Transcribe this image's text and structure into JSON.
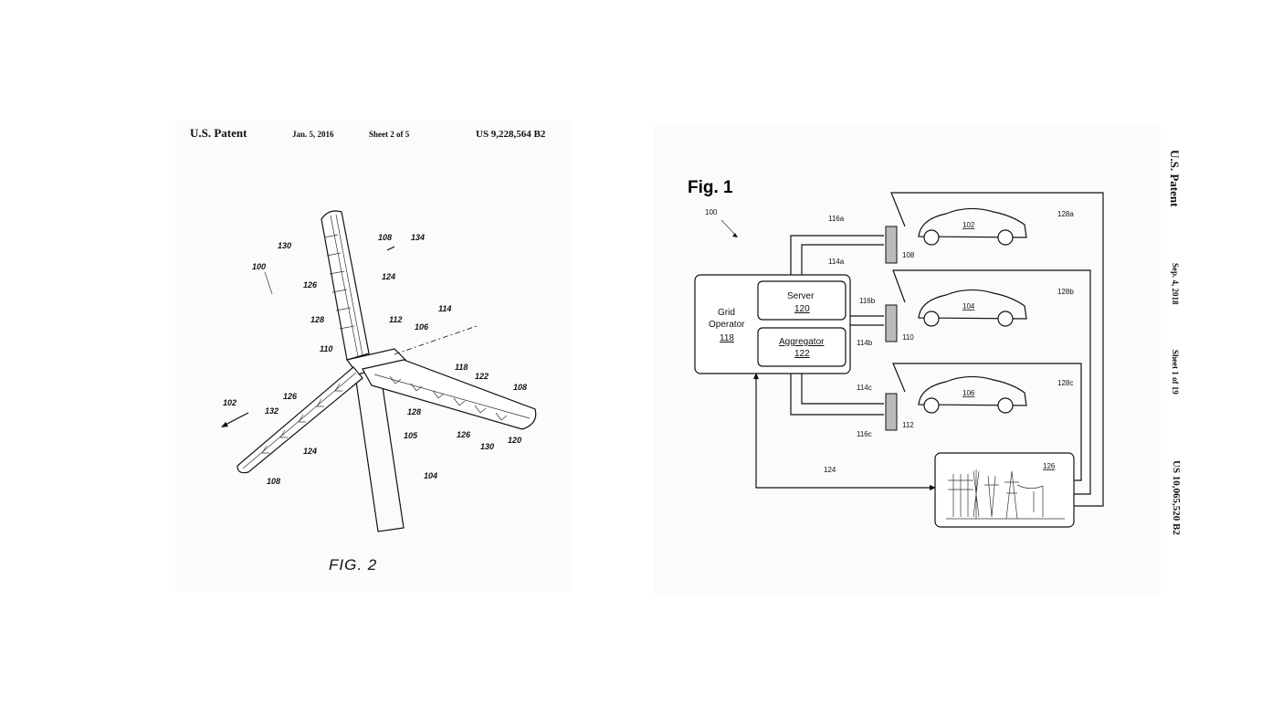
{
  "left_sheet": {
    "header": {
      "title": "U.S. Patent",
      "date": "Jan. 5, 2016",
      "sheet": "Sheet 2 of 5",
      "number": "US 9,228,564 B2"
    },
    "figure_caption": "FIG. 2",
    "refs": {
      "r130": "130",
      "r108a": "108",
      "r134": "134",
      "r100": "100",
      "r126a": "126",
      "r124a": "124",
      "r128a": "128",
      "r112": "112",
      "r106": "106",
      "r114": "114",
      "r110": "110",
      "r118": "118",
      "r122": "122",
      "r108b": "108",
      "r102": "102",
      "r126b": "126",
      "r132": "132",
      "r128b": "128",
      "r126c": "126",
      "r130b": "130",
      "r120": "120",
      "r105": "105",
      "r124b": "124",
      "r108c": "108",
      "r104": "104"
    }
  },
  "right_sheet": {
    "fig_label": "Fig. 1",
    "header_vertical": {
      "title": "U.S. Patent",
      "date": "Sep. 4, 2018",
      "sheet": "Sheet 1 of 19",
      "number": "US 10,065,520 B2"
    },
    "system_ref": "100",
    "grid_operator": {
      "label_line1": "Grid",
      "label_line2": "Operator",
      "ref": "118"
    },
    "server": {
      "label": "Server",
      "ref": "120"
    },
    "aggregator": {
      "label": "Aggregator",
      "ref": "122"
    },
    "chargers": [
      "108",
      "110",
      "112"
    ],
    "vehicles": [
      "102",
      "104",
      "106"
    ],
    "links": {
      "l116a": "116a",
      "l114a": "114a",
      "l116b": "116b",
      "l114b": "114b",
      "l114c": "114c",
      "l116c": "116c",
      "l128a": "128a",
      "l128b": "128b",
      "l128c": "128c",
      "l124": "124"
    },
    "grid_ref": "126"
  }
}
